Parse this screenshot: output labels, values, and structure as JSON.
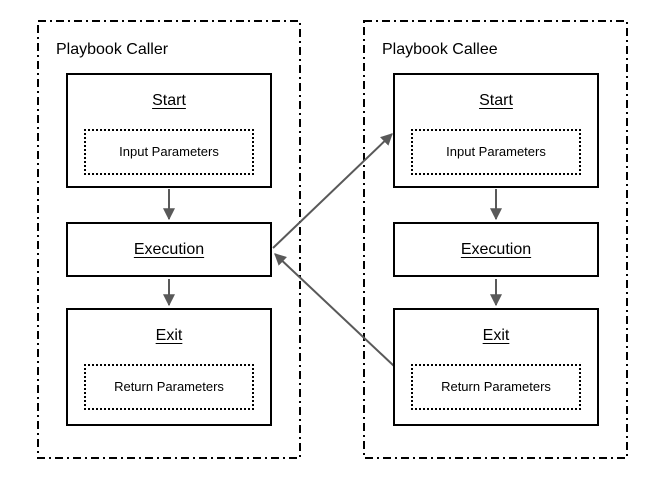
{
  "diagram": {
    "type": "flowchart",
    "colors": {
      "background": "#ffffff",
      "container_border": "#000000",
      "box_border": "#000000",
      "arrow": "#595959",
      "text": "#000000"
    },
    "playbooks": [
      {
        "title": "Playbook Caller",
        "nodes": [
          {
            "id": "caller-start",
            "title": "Start",
            "param": "Input Parameters"
          },
          {
            "id": "caller-execution",
            "title": "Execution"
          },
          {
            "id": "caller-exit",
            "title": "Exit",
            "param": "Return Parameters"
          }
        ]
      },
      {
        "title": "Playbook Callee",
        "nodes": [
          {
            "id": "callee-start",
            "title": "Start",
            "param": "Input Parameters"
          },
          {
            "id": "callee-execution",
            "title": "Execution"
          },
          {
            "id": "callee-exit",
            "title": "Exit",
            "param": "Return Parameters"
          }
        ]
      }
    ],
    "edges": [
      {
        "from": "caller-start",
        "to": "caller-execution"
      },
      {
        "from": "caller-execution",
        "to": "caller-exit"
      },
      {
        "from": "callee-start",
        "to": "callee-execution"
      },
      {
        "from": "callee-execution",
        "to": "callee-exit"
      },
      {
        "from": "caller-execution",
        "to": "callee-start"
      },
      {
        "from": "callee-exit",
        "to": "caller-execution"
      }
    ]
  }
}
